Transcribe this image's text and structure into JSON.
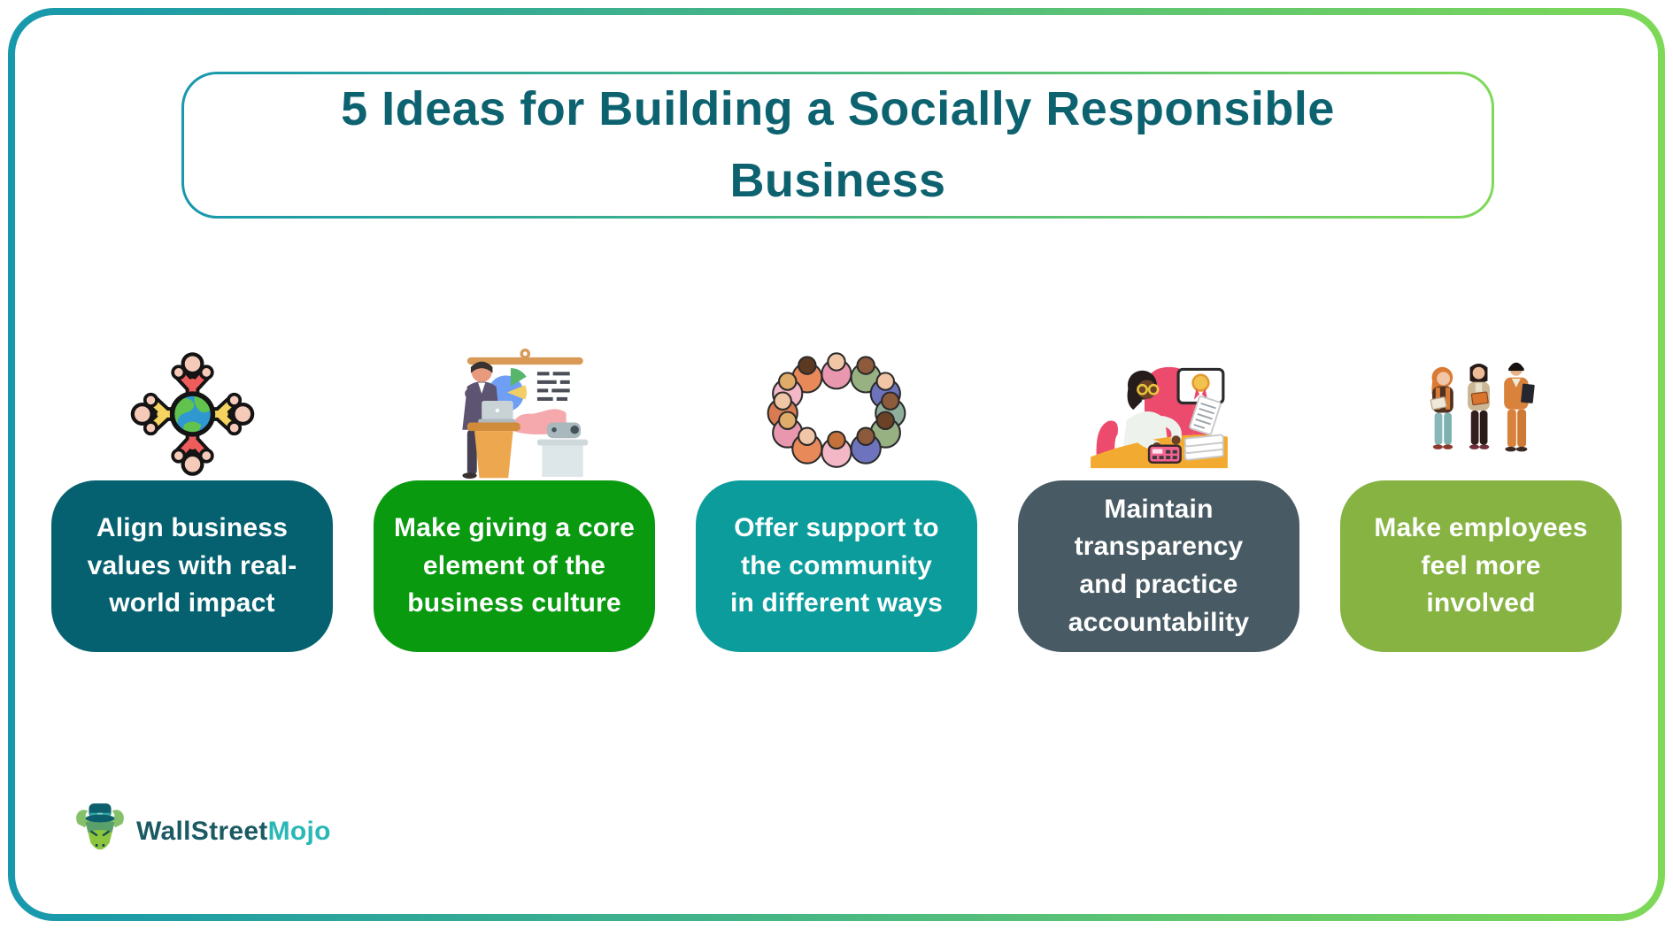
{
  "canvas": {
    "background": "#ffffff",
    "frame_gradient_start": "#1798ad",
    "frame_gradient_end": "#7ed957"
  },
  "title": {
    "text": "5 Ideas for Building a Socially Responsible\nBusiness",
    "color": "#0d6270"
  },
  "cards": [
    {
      "icon": "people-around-globe",
      "label": "Align business\nvalues with real-\nworld impact",
      "color": "#05616f",
      "text_color": "#ffffff"
    },
    {
      "icon": "presenter-at-podium",
      "label": "Make giving a core\nelement of the\nbusiness culture",
      "color": "#0a9a10",
      "text_color": "#ffffff"
    },
    {
      "icon": "community-group-hug-circle",
      "label": "Offer support to\nthe community\nin different ways",
      "color": "#0c9c9c",
      "text_color": "#ffffff"
    },
    {
      "icon": "accountant-reviewing-documents",
      "label": "Maintain\ntransparency\nand practice\naccountability",
      "color": "#485a63",
      "text_color": "#ffffff"
    },
    {
      "icon": "three-employees-walking",
      "label": "Make employees\nfeel more\ninvolved",
      "color": "#86b342",
      "text_color": "#ffffff"
    }
  ],
  "logo": {
    "icon": "bull-with-top-hat",
    "brand_part_1": "WallStreet",
    "brand_part_2": "Mojo",
    "part_1_color": "#1b5a63",
    "part_2_color": "#2ab7b7"
  }
}
